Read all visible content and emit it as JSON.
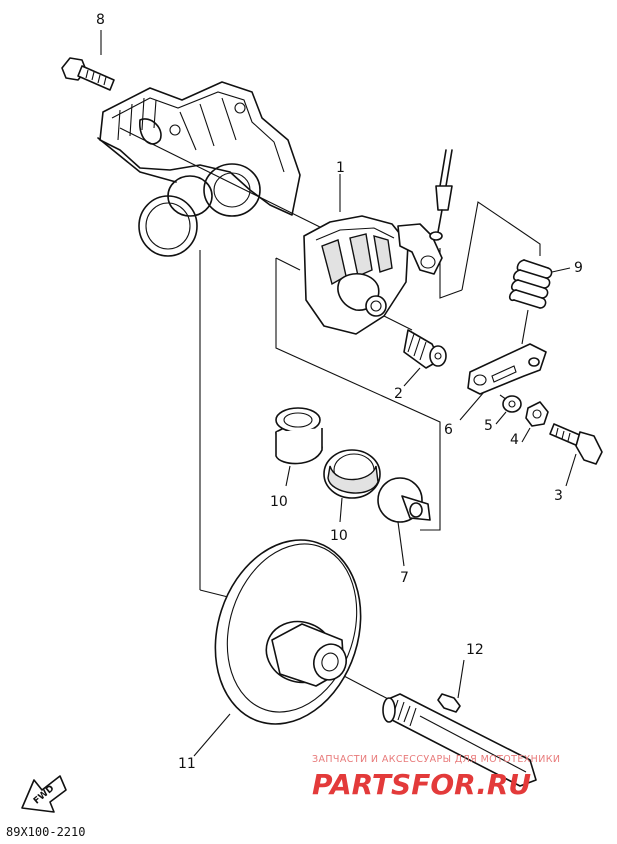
{
  "callouts": {
    "c1": "1",
    "c2": "2",
    "c3": "3",
    "c4": "4",
    "c5": "5",
    "c6": "6",
    "c7": "7",
    "c8": "8",
    "c9": "9",
    "c10a": "10",
    "c10b": "10",
    "c11": "11",
    "c12": "12"
  },
  "diagram_code": "89X100-2210",
  "fwd_label": "FWD",
  "watermark": {
    "caption": "ЗАПЧАСТИ И АКСЕССУАРЫ ДЛЯ МОТОТЕХНИКИ",
    "logo": "PARTSFOR.RU"
  }
}
